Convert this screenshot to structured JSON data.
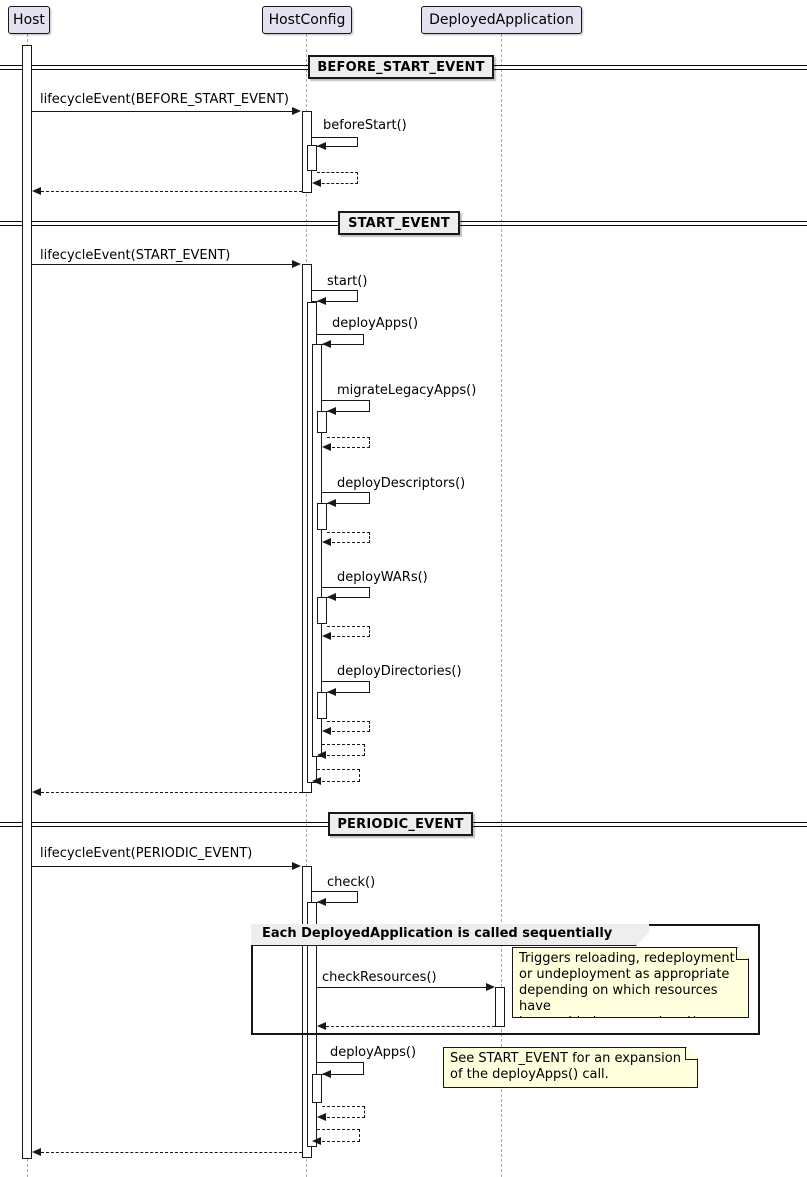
{
  "diagram_type": "uml-sequence-diagram",
  "participants": [
    {
      "name": "Host"
    },
    {
      "name": "HostConfig"
    },
    {
      "name": "DeployedApplication"
    }
  ],
  "dividers": [
    {
      "label": "BEFORE_START_EVENT"
    },
    {
      "label": "START_EVENT"
    },
    {
      "label": "PERIODIC_EVENT"
    }
  ],
  "sections": {
    "before_start": {
      "lifecycle": "lifecycleEvent(BEFORE_START_EVENT)",
      "before_start": "beforeStart()"
    },
    "start": {
      "lifecycle": "lifecycleEvent(START_EVENT)",
      "start": "start()",
      "deploy_apps": "deployApps()",
      "migrate_legacy_apps": "migrateLegacyApps()",
      "deploy_descriptors": "deployDescriptors()",
      "deploy_wars": "deployWARs()",
      "deploy_directories": "deployDirectories()"
    },
    "periodic": {
      "lifecycle": "lifecycleEvent(PERIODIC_EVENT)",
      "check": "check()",
      "check_resources": "checkResources()",
      "deploy_apps": "deployApps()",
      "group_label": "Each DeployedApplication is called sequentially",
      "note_check_resources": "Triggers reloading, redeployment\nor undeployment as appropriate\ndepending on which resources have\nbeen added, removed and/or changed.",
      "note_deploy_apps": "See START_EVENT for an expansion\nof the deployApps() call."
    }
  },
  "colors": {
    "participant_fill": "#E2E2F0",
    "note_fill": "#FEFFDD",
    "divider_fill": "#EEEEEE",
    "group_header_fill": "#EEEEEE",
    "line": "#181818",
    "lifeline": "#A8A8A8",
    "background": "#FFFFFF"
  }
}
